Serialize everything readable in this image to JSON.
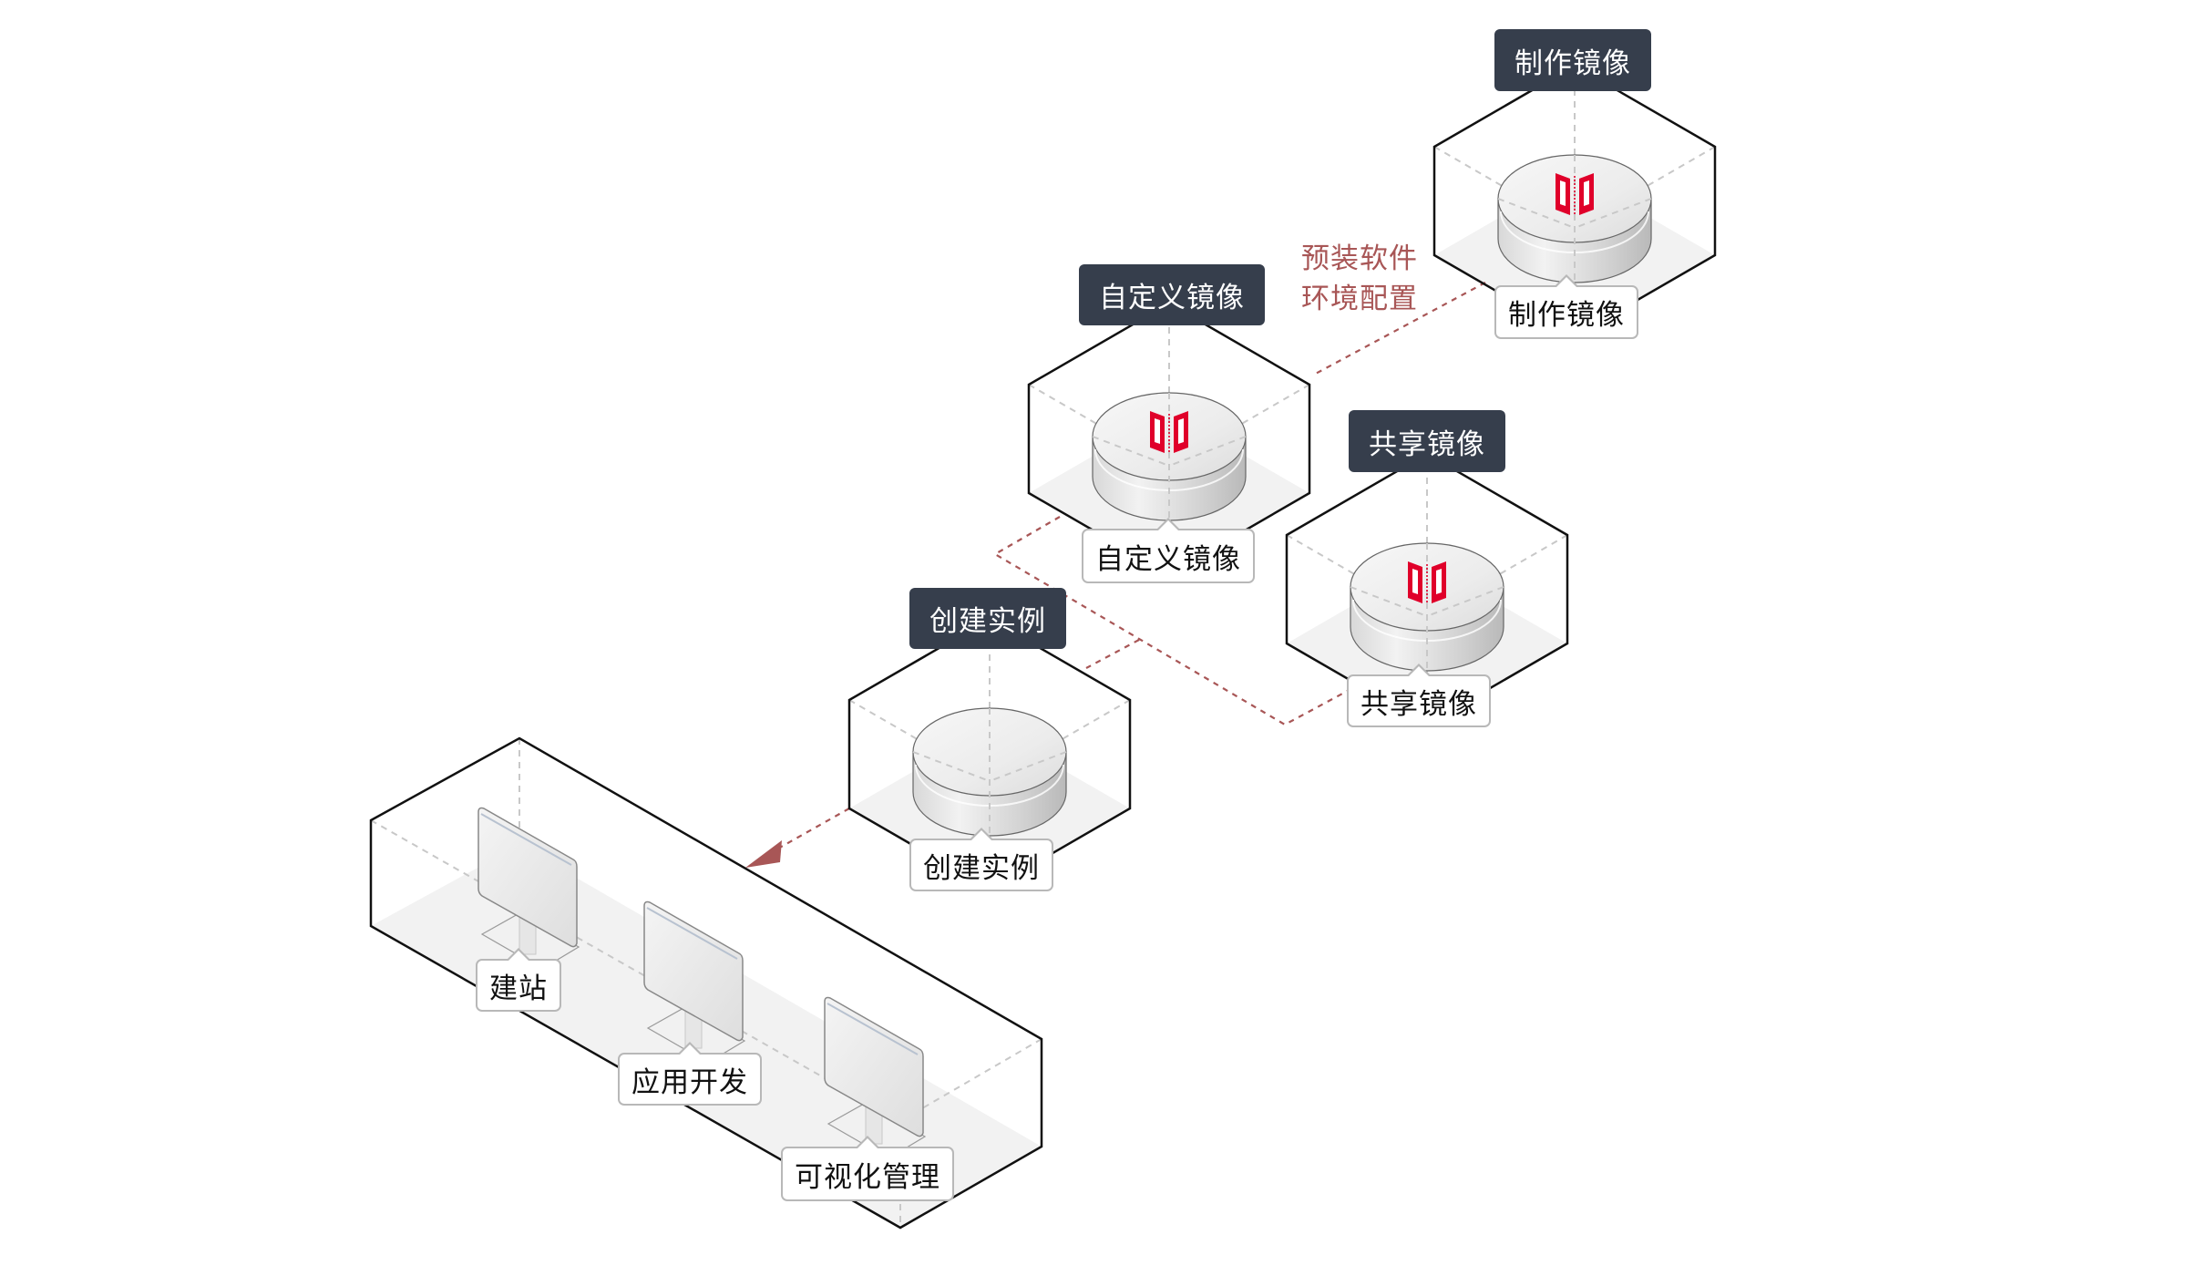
{
  "colors": {
    "label_bg": "#363e4c",
    "label_text": "#ffffff",
    "flow_line": "#a85656",
    "icon_red": "#e0002a",
    "frame": "#111111",
    "guide": "#c8c8c8",
    "floor": "#f2f2f2"
  },
  "stages": [
    {
      "id": "make",
      "title": "制作镜像",
      "caption": "制作镜像",
      "icon": "image-mirror-icon"
    },
    {
      "id": "custom",
      "title": "自定义镜像",
      "caption": "自定义镜像",
      "icon": "image-mirror-icon"
    },
    {
      "id": "share",
      "title": "共享镜像",
      "caption": "共享镜像",
      "icon": "image-mirror-icon"
    },
    {
      "id": "create",
      "title": "创建实例",
      "caption": "创建实例",
      "icon": "none"
    }
  ],
  "annotation": {
    "line1": "预装软件",
    "line2": "环境配置"
  },
  "workstations": [
    {
      "label": "建站",
      "icon": "monitor-icon"
    },
    {
      "label": "应用开发",
      "icon": "monitor-icon"
    },
    {
      "label": "可视化管理",
      "icon": "monitor-icon"
    }
  ]
}
